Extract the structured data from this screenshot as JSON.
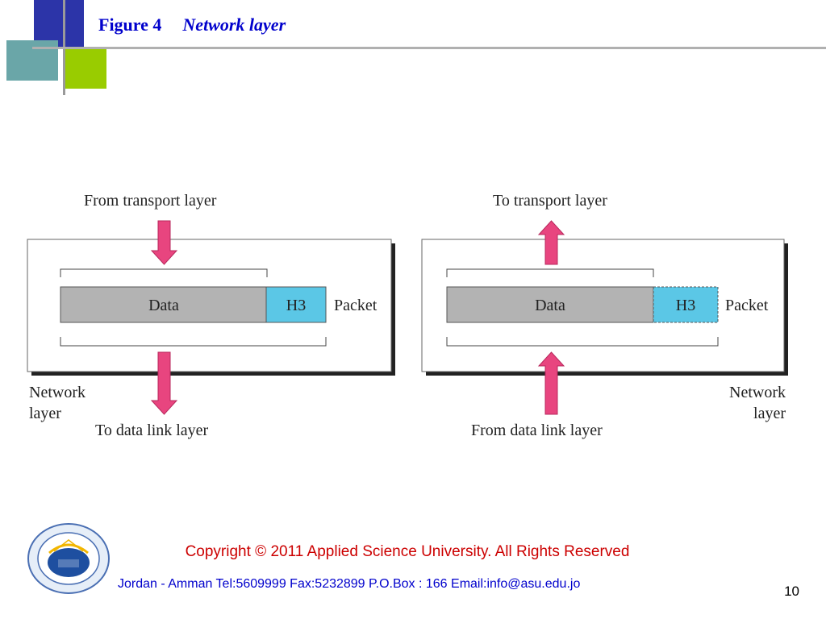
{
  "slide": {
    "title_figure": "Figure  4",
    "title_text": "Network layer",
    "page_number": "10"
  },
  "diagram": {
    "sender": {
      "top_label": "From transport layer",
      "bottom_label": "To data link layer",
      "side_label_line1": "Network",
      "side_label_line2": "layer",
      "data_label": "Data",
      "header_label": "H3",
      "packet_label": "Packet"
    },
    "receiver": {
      "top_label": "To transport layer",
      "bottom_label": "From data link layer",
      "side_label_line1": "Network",
      "side_label_line2": "layer",
      "data_label": "Data",
      "header_label": "H3",
      "packet_label": "Packet"
    },
    "colors": {
      "arrow": "#e8457f",
      "data_block": "#b3b3b3",
      "header_block": "#5bc7e6"
    }
  },
  "footer": {
    "copyright": "Copyright  © 2011 Applied Science University. All Rights Reserved",
    "contact": "Jordan - Amman Tel:5609999 Fax:5232899 P.O.Box : 166   Email:info@asu.edu.jo"
  }
}
